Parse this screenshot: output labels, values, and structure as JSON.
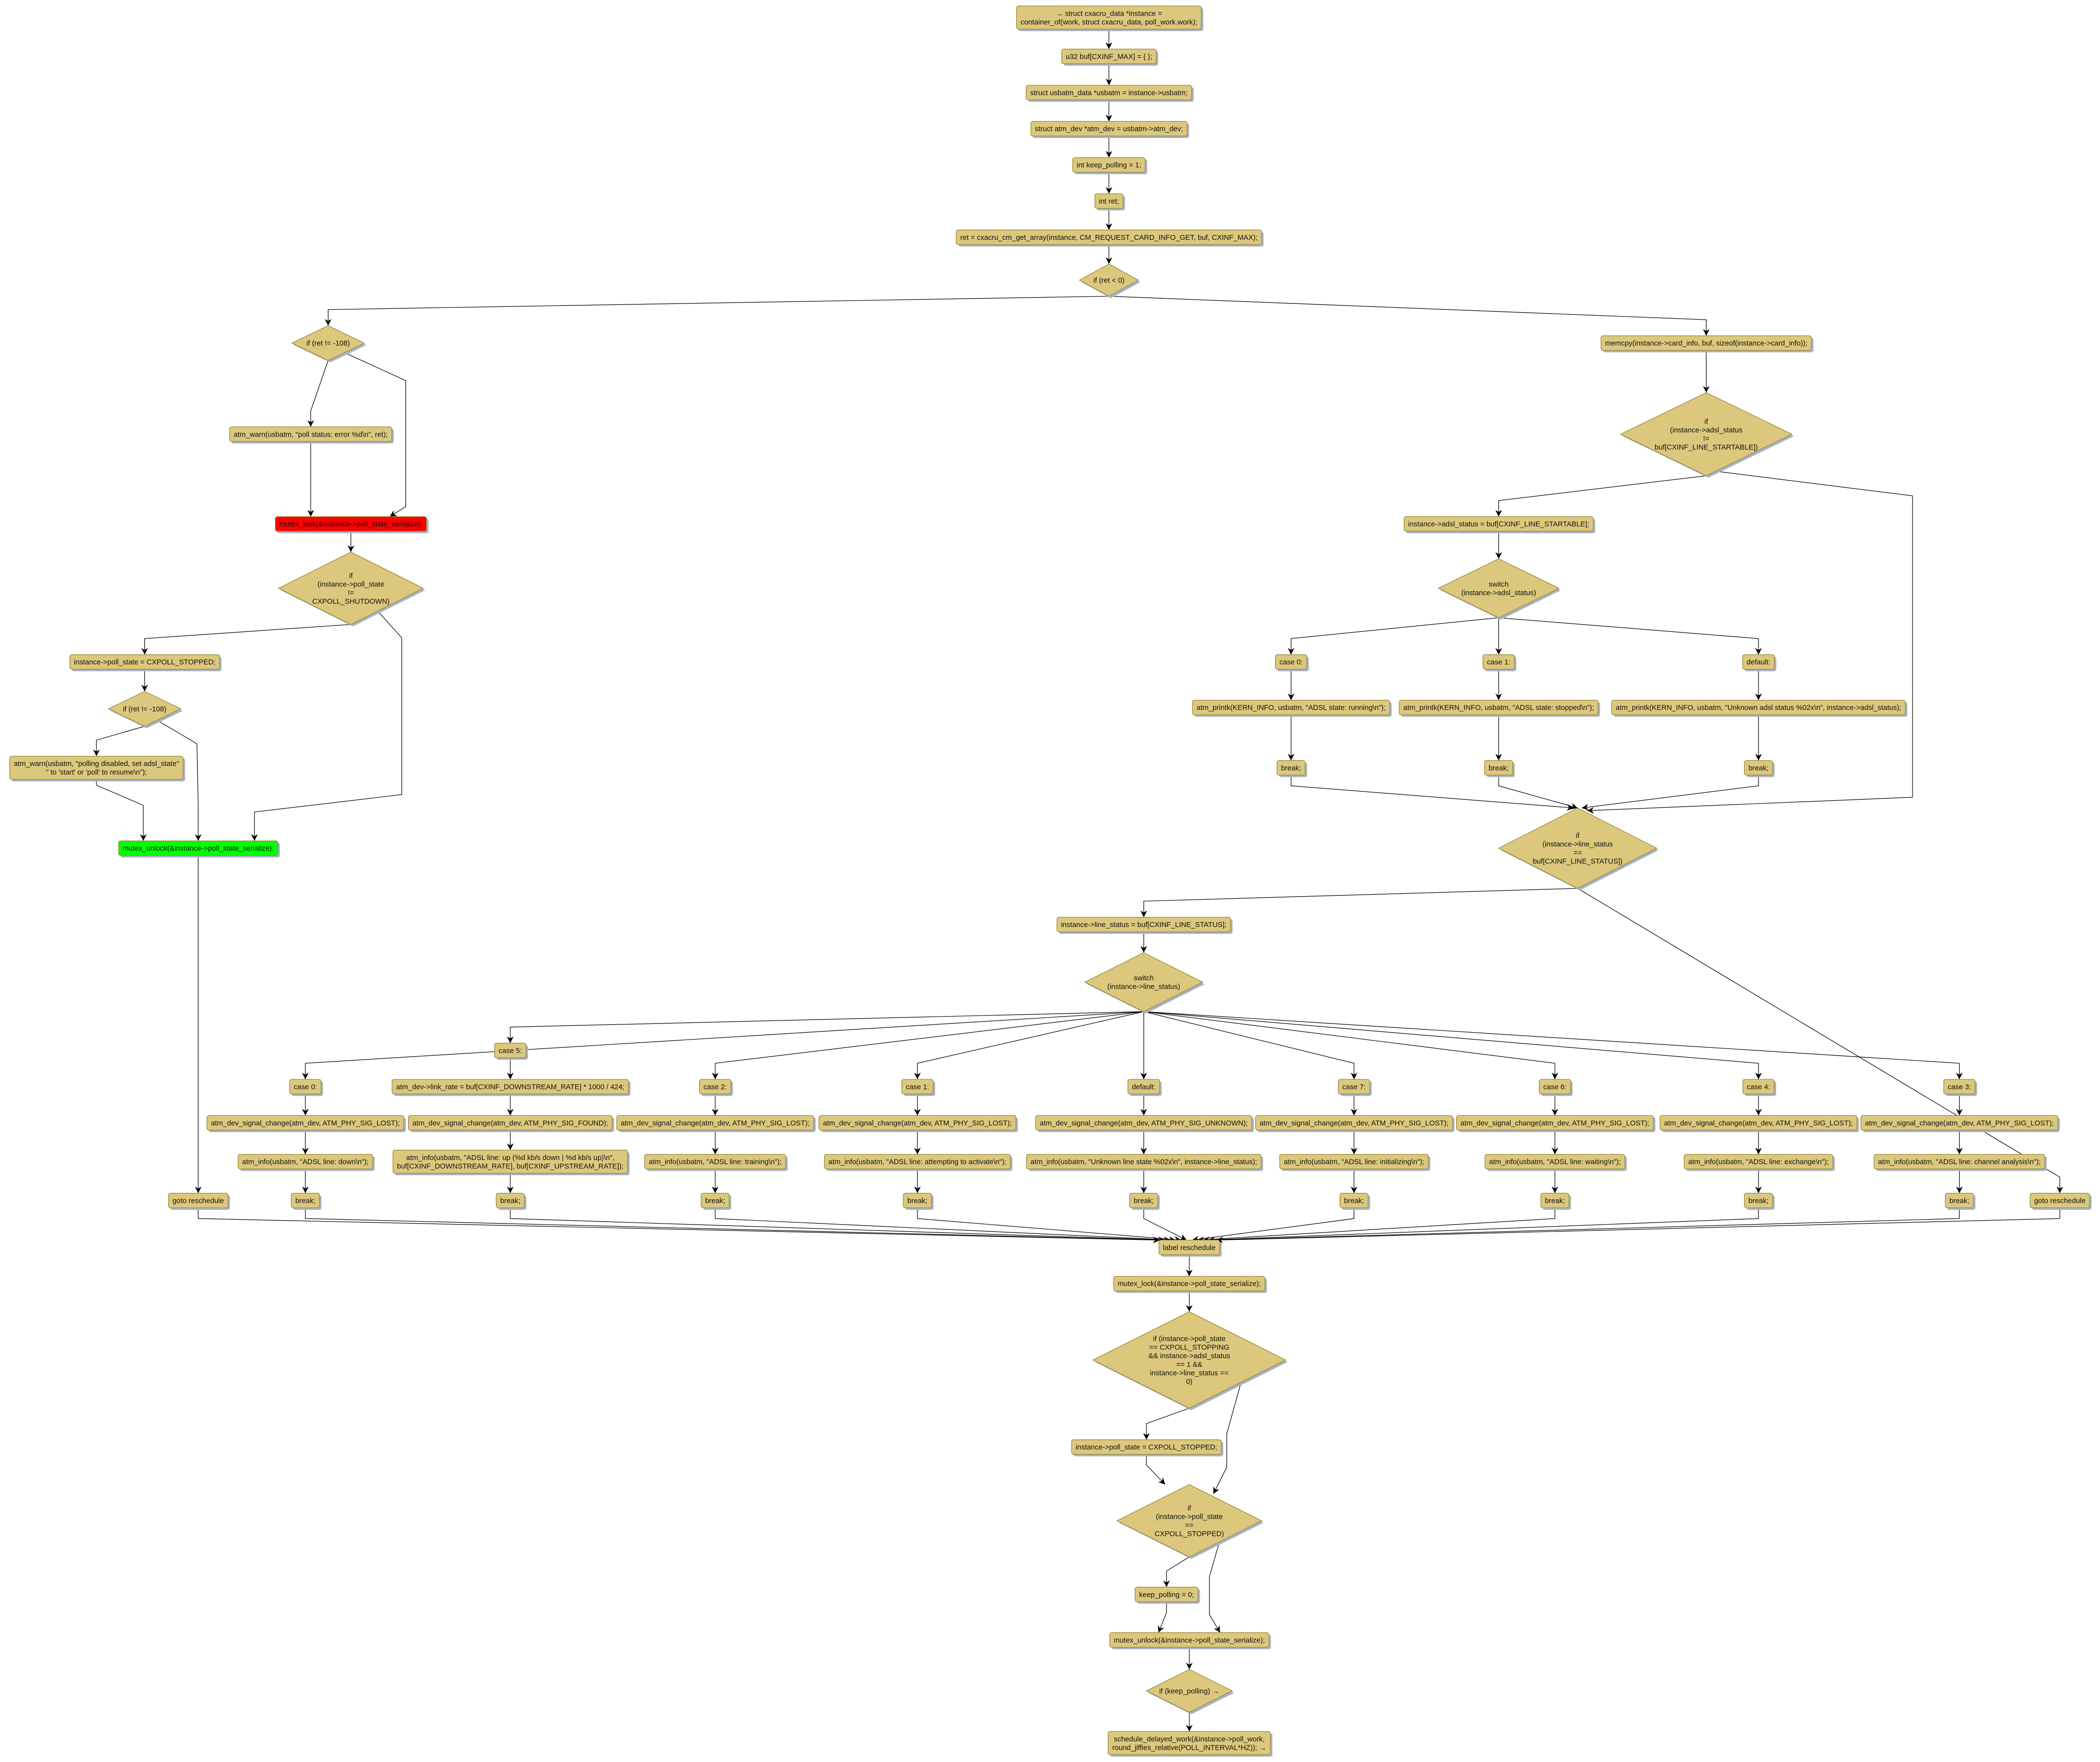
{
  "colors": {
    "node_fill": "#dcc87c",
    "node_stroke": "#9a8a3a",
    "shadow": "#a7b2cc",
    "lock_fill": "#ff0000",
    "unlock_fill": "#00ff00",
    "edge": "#000000"
  },
  "nodes": {
    "n1": [
      "→ struct cxacru_data *instance =",
      "container_of(work, struct cxacru_data, poll_work.work);"
    ],
    "n2": [
      "u32 buf[CXINF_MAX] = { };"
    ],
    "n3": [
      "struct usbatm_data *usbatm = instance->usbatm;"
    ],
    "n4": [
      "struct atm_dev *atm_dev = usbatm->atm_dev;"
    ],
    "n5": [
      "int keep_polling = 1;"
    ],
    "n6": [
      "int ret;"
    ],
    "n7": [
      "ret = cxacru_cm_get_array(instance, CM_REQUEST_CARD_INFO_GET, buf, CXINF_MAX);"
    ],
    "d1": [
      "if (ret < 0)"
    ],
    "d2": [
      "if (ret != -108)"
    ],
    "n8": [
      "atm_warn(usbatm, \"poll status: error %d\\n\", ret);"
    ],
    "n9": [
      "mutex_lock(&instance->poll_state_serialize);"
    ],
    "d3": [
      "if",
      "(instance->poll_state",
      "!=",
      "CXPOLL_SHUTDOWN)"
    ],
    "n10": [
      "instance->poll_state = CXPOLL_STOPPED;"
    ],
    "d4": [
      "if (ret != -108)"
    ],
    "n11": [
      "atm_warn(usbatm, \"polling disabled, set adsl_state\"",
      "\" to 'start' or 'poll' to resume\\n\");"
    ],
    "n12": [
      "mutex_unlock(&instance->poll_state_serialize);"
    ],
    "g1": [
      "goto reschedule"
    ],
    "n14": [
      "memcpy(instance->card_info, buf, sizeof(instance->card_info));"
    ],
    "d5": [
      "if",
      "(instance->adsl_status",
      "!=",
      "buf[CXINF_LINE_STARTABLE])"
    ],
    "n15": [
      "instance->adsl_status = buf[CXINF_LINE_STARTABLE];"
    ],
    "d6": [
      "switch",
      "(instance->adsl_status)"
    ],
    "a0_case": [
      "case 0:"
    ],
    "a0_print": [
      "atm_printk(KERN_INFO, usbatm, \"ADSL state: running\\n\");"
    ],
    "a0_brk": [
      "break;"
    ],
    "a1_case": [
      "case 1:"
    ],
    "a1_print": [
      "atm_printk(KERN_INFO, usbatm, \"ADSL state: stopped\\n\");"
    ],
    "a1_brk": [
      "break;"
    ],
    "a2_case": [
      "default:"
    ],
    "a2_print": [
      "atm_printk(KERN_INFO, usbatm, \"Unknown adsl status %02x\\n\", instance->adsl_status);"
    ],
    "a2_brk": [
      "break;"
    ],
    "d7": [
      "if",
      "(instance->line_status",
      "==",
      "buf[CXINF_LINE_STATUS])"
    ],
    "n16": [
      "instance->line_status = buf[CXINF_LINE_STATUS];"
    ],
    "d8": [
      "switch",
      "(instance->line_status)"
    ],
    "c0_case": [
      "case 0:"
    ],
    "c0_sig": [
      "atm_dev_signal_change(atm_dev, ATM_PHY_SIG_LOST);"
    ],
    "c0_info": [
      "atm_info(usbatm, \"ADSL line: down\\n\");"
    ],
    "c0_brk": [
      "break;"
    ],
    "c1_case": [
      "case 5:"
    ],
    "c1_rate": [
      "atm_dev->link_rate = buf[CXINF_DOWNSTREAM_RATE] * 1000 / 424;"
    ],
    "c1_sig": [
      "atm_dev_signal_change(atm_dev, ATM_PHY_SIG_FOUND);"
    ],
    "c1_info": [
      "atm_info(usbatm, \"ADSL line: up (%d kb/s down | %d kb/s up)\\n\",",
      "buf[CXINF_DOWNSTREAM_RATE], buf[CXINF_UPSTREAM_RATE]);"
    ],
    "c1_brk": [
      "break;"
    ],
    "c2_case": [
      "case 2:"
    ],
    "c2_sig": [
      "atm_dev_signal_change(atm_dev, ATM_PHY_SIG_LOST);"
    ],
    "c2_info": [
      "atm_info(usbatm, \"ADSL line: training\\n\");"
    ],
    "c2_brk": [
      "break;"
    ],
    "c3_case": [
      "case 1:"
    ],
    "c3_sig": [
      "atm_dev_signal_change(atm_dev, ATM_PHY_SIG_LOST);"
    ],
    "c3_info": [
      "atm_info(usbatm, \"ADSL line: attempting to activate\\n\");"
    ],
    "c3_brk": [
      "break;"
    ],
    "c4_case": [
      "default:"
    ],
    "c4_sig": [
      "atm_dev_signal_change(atm_dev, ATM_PHY_SIG_UNKNOWN);"
    ],
    "c4_info": [
      "atm_info(usbatm, \"Unknown line state %02x\\n\", instance->line_status);"
    ],
    "c4_brk": [
      "break;"
    ],
    "c5_case": [
      "case 7:"
    ],
    "c5_sig": [
      "atm_dev_signal_change(atm_dev, ATM_PHY_SIG_LOST);"
    ],
    "c5_info": [
      "atm_info(usbatm, \"ADSL line: initializing\\n\");"
    ],
    "c5_brk": [
      "break;"
    ],
    "c6_case": [
      "case 6:"
    ],
    "c6_sig": [
      "atm_dev_signal_change(atm_dev, ATM_PHY_SIG_LOST);"
    ],
    "c6_info": [
      "atm_info(usbatm, \"ADSL line: waiting\\n\");"
    ],
    "c6_brk": [
      "break;"
    ],
    "c7_case": [
      "case 4:"
    ],
    "c7_sig": [
      "atm_dev_signal_change(atm_dev, ATM_PHY_SIG_LOST);"
    ],
    "c7_info": [
      "atm_info(usbatm, \"ADSL line: exchange\\n\");"
    ],
    "c7_brk": [
      "break;"
    ],
    "c8_case": [
      "case 3:"
    ],
    "c8_sig": [
      "atm_dev_signal_change(atm_dev, ATM_PHY_SIG_LOST);"
    ],
    "c8_info": [
      "atm_info(usbatm, \"ADSL line: channel analysis\\n\");"
    ],
    "c8_brk": [
      "break;"
    ],
    "g2": [
      "goto reschedule"
    ],
    "r1": [
      "label reschedule"
    ],
    "r2": [
      "mutex_lock(&instance->poll_state_serialize);"
    ],
    "d9": [
      "if (instance->poll_state",
      "== CXPOLL_STOPPING",
      "&& instance->adsl_status",
      "== 1 &&",
      "instance->line_status ==",
      "0)"
    ],
    "r3": [
      "instance->poll_state = CXPOLL_STOPPED;"
    ],
    "d10": [
      "if",
      "(instance->poll_state",
      "==",
      "CXPOLL_STOPPED)"
    ],
    "r4": [
      "keep_polling = 0;"
    ],
    "r5": [
      "mutex_unlock(&instance->poll_state_serialize);"
    ],
    "d11": [
      "if (keep_polling) →"
    ],
    "r6": [
      "schedule_delayed_work(&instance->poll_work,",
      "round_jiffies_relative(POLL_INTERVAL*HZ)); →"
    ]
  }
}
